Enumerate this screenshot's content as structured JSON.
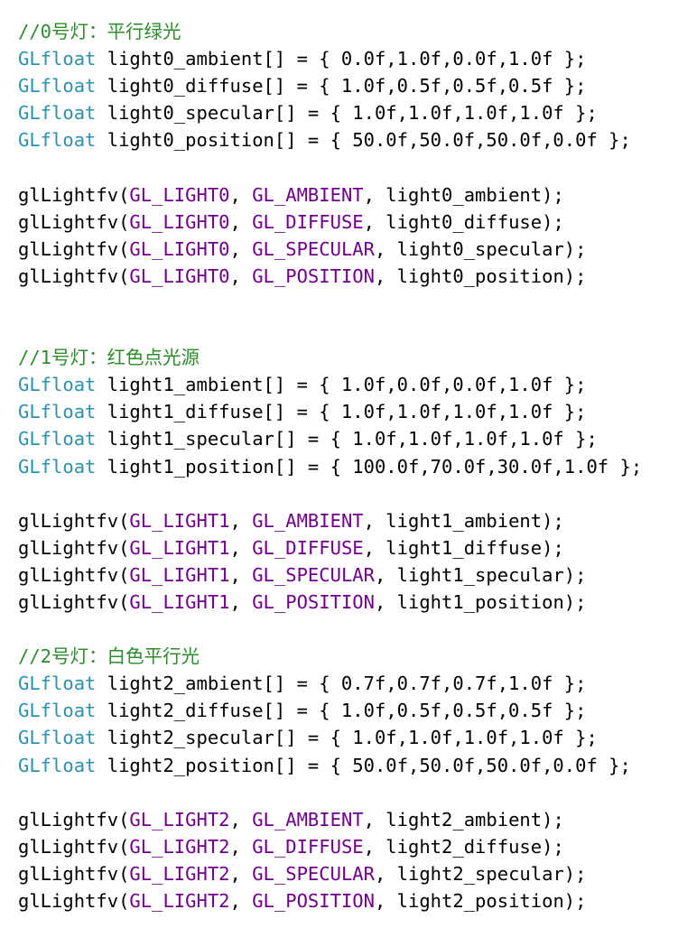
{
  "colors": {
    "comment": "#2e8b2e",
    "type": "#2b91af",
    "constant": "#6f008a",
    "plain": "#000000",
    "background": "#ffffff"
  },
  "lines": [
    [
      {
        "t": "//0号灯：平行绿光",
        "k": "comment"
      }
    ],
    [
      {
        "t": "GLfloat",
        "k": "type"
      },
      {
        "t": " light0_ambient[] = { 0.0f,1.0f,0.0f,1.0f };",
        "k": "plain"
      }
    ],
    [
      {
        "t": "GLfloat",
        "k": "type"
      },
      {
        "t": " light0_diffuse[] = { 1.0f,0.5f,0.5f,0.5f };",
        "k": "plain"
      }
    ],
    [
      {
        "t": "GLfloat",
        "k": "type"
      },
      {
        "t": " light0_specular[] = { 1.0f,1.0f,1.0f,1.0f };",
        "k": "plain"
      }
    ],
    [
      {
        "t": "GLfloat",
        "k": "type"
      },
      {
        "t": " light0_position[] = { 50.0f,50.0f,50.0f,0.0f };",
        "k": "plain"
      }
    ],
    [],
    [
      {
        "t": "glLightfv(",
        "k": "plain"
      },
      {
        "t": "GL_LIGHT0",
        "k": "const"
      },
      {
        "t": ", ",
        "k": "plain"
      },
      {
        "t": "GL_AMBIENT",
        "k": "const"
      },
      {
        "t": ", light0_ambient);",
        "k": "plain"
      }
    ],
    [
      {
        "t": "glLightfv(",
        "k": "plain"
      },
      {
        "t": "GL_LIGHT0",
        "k": "const"
      },
      {
        "t": ", ",
        "k": "plain"
      },
      {
        "t": "GL_DIFFUSE",
        "k": "const"
      },
      {
        "t": ", light0_diffuse);",
        "k": "plain"
      }
    ],
    [
      {
        "t": "glLightfv(",
        "k": "plain"
      },
      {
        "t": "GL_LIGHT0",
        "k": "const"
      },
      {
        "t": ", ",
        "k": "plain"
      },
      {
        "t": "GL_SPECULAR",
        "k": "const"
      },
      {
        "t": ", light0_specular);",
        "k": "plain"
      }
    ],
    [
      {
        "t": "glLightfv(",
        "k": "plain"
      },
      {
        "t": "GL_LIGHT0",
        "k": "const"
      },
      {
        "t": ", ",
        "k": "plain"
      },
      {
        "t": "GL_POSITION",
        "k": "const"
      },
      {
        "t": ", light0_position);",
        "k": "plain"
      }
    ],
    [],
    [],
    [
      {
        "t": "//1号灯：红色点光源",
        "k": "comment"
      }
    ],
    [
      {
        "t": "GLfloat",
        "k": "type"
      },
      {
        "t": " light1_ambient[] = { 1.0f,0.0f,0.0f,1.0f };",
        "k": "plain"
      }
    ],
    [
      {
        "t": "GLfloat",
        "k": "type"
      },
      {
        "t": " light1_diffuse[] = { 1.0f,1.0f,1.0f,1.0f };",
        "k": "plain"
      }
    ],
    [
      {
        "t": "GLfloat",
        "k": "type"
      },
      {
        "t": " light1_specular[] = { 1.0f,1.0f,1.0f,1.0f };",
        "k": "plain"
      }
    ],
    [
      {
        "t": "GLfloat",
        "k": "type"
      },
      {
        "t": " light1_position[] = { 100.0f,70.0f,30.0f,1.0f };",
        "k": "plain"
      }
    ],
    [],
    [
      {
        "t": "glLightfv(",
        "k": "plain"
      },
      {
        "t": "GL_LIGHT1",
        "k": "const"
      },
      {
        "t": ", ",
        "k": "plain"
      },
      {
        "t": "GL_AMBIENT",
        "k": "const"
      },
      {
        "t": ", light1_ambient);",
        "k": "plain"
      }
    ],
    [
      {
        "t": "glLightfv(",
        "k": "plain"
      },
      {
        "t": "GL_LIGHT1",
        "k": "const"
      },
      {
        "t": ", ",
        "k": "plain"
      },
      {
        "t": "GL_DIFFUSE",
        "k": "const"
      },
      {
        "t": ", light1_diffuse);",
        "k": "plain"
      }
    ],
    [
      {
        "t": "glLightfv(",
        "k": "plain"
      },
      {
        "t": "GL_LIGHT1",
        "k": "const"
      },
      {
        "t": ", ",
        "k": "plain"
      },
      {
        "t": "GL_SPECULAR",
        "k": "const"
      },
      {
        "t": ", light1_specular);",
        "k": "plain"
      }
    ],
    [
      {
        "t": "glLightfv(",
        "k": "plain"
      },
      {
        "t": "GL_LIGHT1",
        "k": "const"
      },
      {
        "t": ", ",
        "k": "plain"
      },
      {
        "t": "GL_POSITION",
        "k": "const"
      },
      {
        "t": ", light1_position);",
        "k": "plain"
      }
    ],
    [],
    [
      {
        "t": "//2号灯：白色平行光",
        "k": "comment"
      }
    ],
    [
      {
        "t": "GLfloat",
        "k": "type"
      },
      {
        "t": " light2_ambient[] = { 0.7f,0.7f,0.7f,1.0f };",
        "k": "plain"
      }
    ],
    [
      {
        "t": "GLfloat",
        "k": "type"
      },
      {
        "t": " light2_diffuse[] = { 1.0f,0.5f,0.5f,0.5f };",
        "k": "plain"
      }
    ],
    [
      {
        "t": "GLfloat",
        "k": "type"
      },
      {
        "t": " light2_specular[] = { 1.0f,1.0f,1.0f,1.0f };",
        "k": "plain"
      }
    ],
    [
      {
        "t": "GLfloat",
        "k": "type"
      },
      {
        "t": " light2_position[] = { 50.0f,50.0f,50.0f,0.0f };",
        "k": "plain"
      }
    ],
    [],
    [
      {
        "t": "glLightfv(",
        "k": "plain"
      },
      {
        "t": "GL_LIGHT2",
        "k": "const"
      },
      {
        "t": ", ",
        "k": "plain"
      },
      {
        "t": "GL_AMBIENT",
        "k": "const"
      },
      {
        "t": ", light2_ambient);",
        "k": "plain"
      }
    ],
    [
      {
        "t": "glLightfv(",
        "k": "plain"
      },
      {
        "t": "GL_LIGHT2",
        "k": "const"
      },
      {
        "t": ", ",
        "k": "plain"
      },
      {
        "t": "GL_DIFFUSE",
        "k": "const"
      },
      {
        "t": ", light2_diffuse);",
        "k": "plain"
      }
    ],
    [
      {
        "t": "glLightfv(",
        "k": "plain"
      },
      {
        "t": "GL_LIGHT2",
        "k": "const"
      },
      {
        "t": ", ",
        "k": "plain"
      },
      {
        "t": "GL_SPECULAR",
        "k": "const"
      },
      {
        "t": ", light2_specular);",
        "k": "plain"
      }
    ],
    [
      {
        "t": "glLightfv(",
        "k": "plain"
      },
      {
        "t": "GL_LIGHT2",
        "k": "const"
      },
      {
        "t": ", ",
        "k": "plain"
      },
      {
        "t": "GL_POSITION",
        "k": "const"
      },
      {
        "t": ", light2_position);",
        "k": "plain"
      }
    ]
  ]
}
